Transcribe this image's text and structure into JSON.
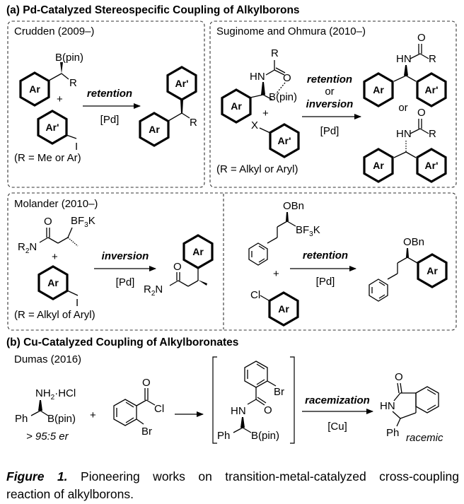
{
  "section_a": {
    "title": "(a) Pd-Catalyzed Stereospecific Coupling of Alkylborons",
    "crudden": {
      "heading": "Crudden (2009–)",
      "bpin": "B(pin)",
      "r": "R",
      "ar": "Ar",
      "ar_prime": "Ar'",
      "plus": "+",
      "iodo": "I",
      "arrow_top": "retention",
      "arrow_bottom": "[Pd]",
      "condition": "(R = Me or Ar)",
      "product_r": "R"
    },
    "suginome": {
      "heading": "Suginome and Ohmura (2010–)",
      "r": "R",
      "hn": "HN",
      "o": "O",
      "bpin": "B(pin)",
      "ar": "Ar",
      "ar_prime": "Ar'",
      "plus": "+",
      "x": "X",
      "arrow_top_1": "retention",
      "arrow_top_or": "or",
      "arrow_top_2": "inversion",
      "arrow_bottom": "[Pd]",
      "condition": "(R = Alkyl or Aryl)",
      "product_or": "or"
    },
    "molander": {
      "heading": "Molander (2010–)",
      "o": "O",
      "bf3k": "BF3K",
      "r2n": "R2N",
      "plus": "+",
      "ar": "Ar",
      "iodo": "I",
      "arrow_top": "inversion",
      "arrow_bottom": "[Pd]",
      "condition": "(R = Alkyl of Aryl)"
    },
    "molander_2": {
      "obn": "OBn",
      "bf3k": "BF3K",
      "plus": "+",
      "cl": "Cl",
      "ar": "Ar",
      "arrow_top": "retention",
      "arrow_bottom": "[Pd]"
    }
  },
  "section_b": {
    "title": "(b) Cu-Catalyzed Coupling of Alkylboronates",
    "dumas": {
      "heading": "Dumas (2016)",
      "nh2hcl": "NH2·HCl",
      "ph": "Ph",
      "bpin": "B(pin)",
      "er": "> 95:5 er",
      "plus": "+",
      "o": "O",
      "cl": "Cl",
      "br": "Br",
      "int_br": "Br",
      "int_hn": "HN",
      "int_o": "O",
      "int_ph": "Ph",
      "int_bpin": "B(pin)",
      "arrow_top": "racemization",
      "arrow_bottom": "[Cu]",
      "prod_o": "O",
      "prod_hn": "HN",
      "prod_ph": "Ph",
      "prod_note": "racemic"
    }
  },
  "caption": {
    "label": "Figure 1.",
    "text_line1": "Pioneering works on transition-metal-catalyzed cross-coupling",
    "text_line2": "reaction of alkylborons."
  }
}
